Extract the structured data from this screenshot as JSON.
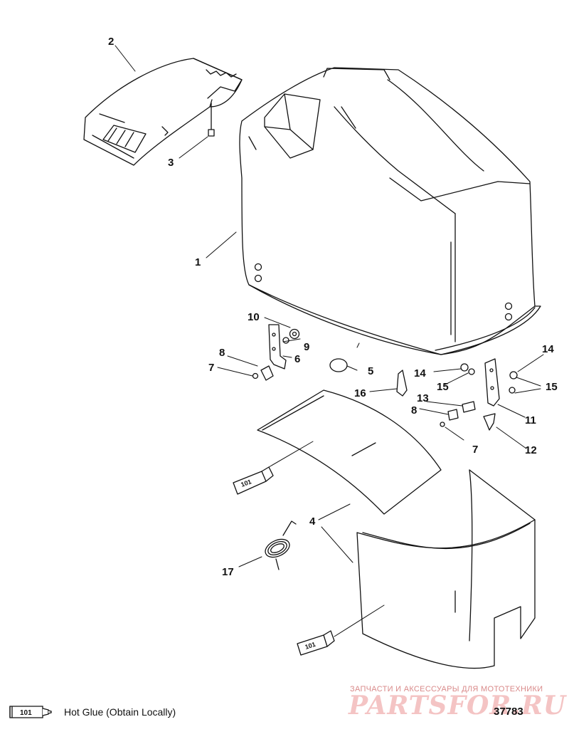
{
  "callouts": {
    "c1": "1",
    "c2": "2",
    "c3": "3",
    "c4": "4",
    "c5": "5",
    "c6": "6",
    "c7a": "7",
    "c7b": "7",
    "c8a": "8",
    "c8b": "8",
    "c9": "9",
    "c10": "10",
    "c11": "11",
    "c12": "12",
    "c13": "13",
    "c14a": "14",
    "c14b": "14",
    "c15a": "15",
    "c15b": "15",
    "c16": "16",
    "c17": "17"
  },
  "tube_label": "101",
  "legend": {
    "tube_label": "101",
    "text": "Hot Glue (Obtain Locally)"
  },
  "drawing_number": "37783",
  "watermark": {
    "tagline": "ЗАПЧАСТИ И АКСЕССУАРЫ ДЛЯ МОТОТЕХНИКИ",
    "logo": "PARTSFOR.RU"
  },
  "colors": {
    "line": "#111111",
    "watermark": "#f0b3b3"
  }
}
